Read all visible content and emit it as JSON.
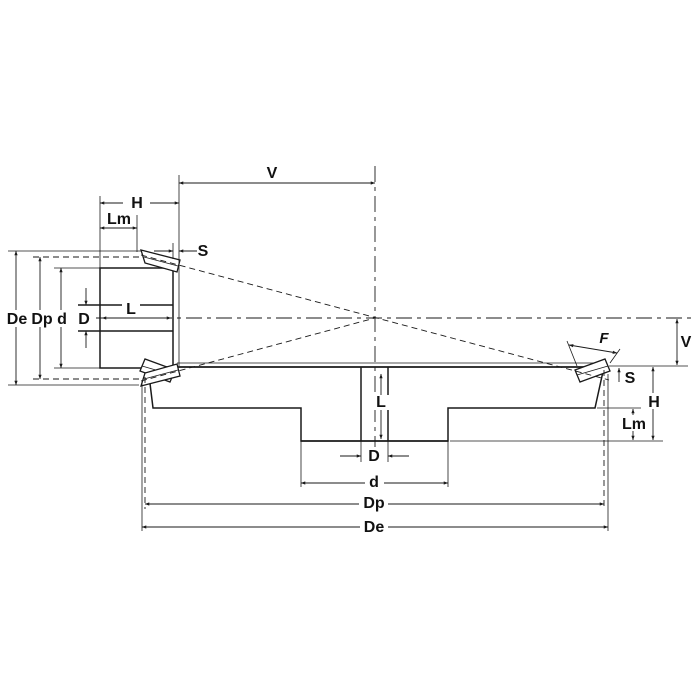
{
  "diagram": {
    "type": "bevel-gear-dimension-drawing",
    "parts": [
      "pinion",
      "gear-wheel"
    ],
    "colors": {
      "line": "#1a1a1a",
      "background": "#ffffff"
    },
    "labels": {
      "v_top": "V",
      "h_top": "H",
      "lm_top": "Lm",
      "s_pinion": "S",
      "de_left": "De",
      "dp_left": "Dp",
      "d_left": "d",
      "bore_d_left": "D",
      "l_pinion": "L",
      "f_gear": "F",
      "v_right": "V",
      "s_gear": "S",
      "h_right": "H",
      "lm_right": "Lm",
      "l_gear": "L",
      "bore_d_bottom": "D",
      "d_hub_bottom": "d",
      "dp_bottom": "Dp",
      "de_bottom": "De"
    }
  }
}
